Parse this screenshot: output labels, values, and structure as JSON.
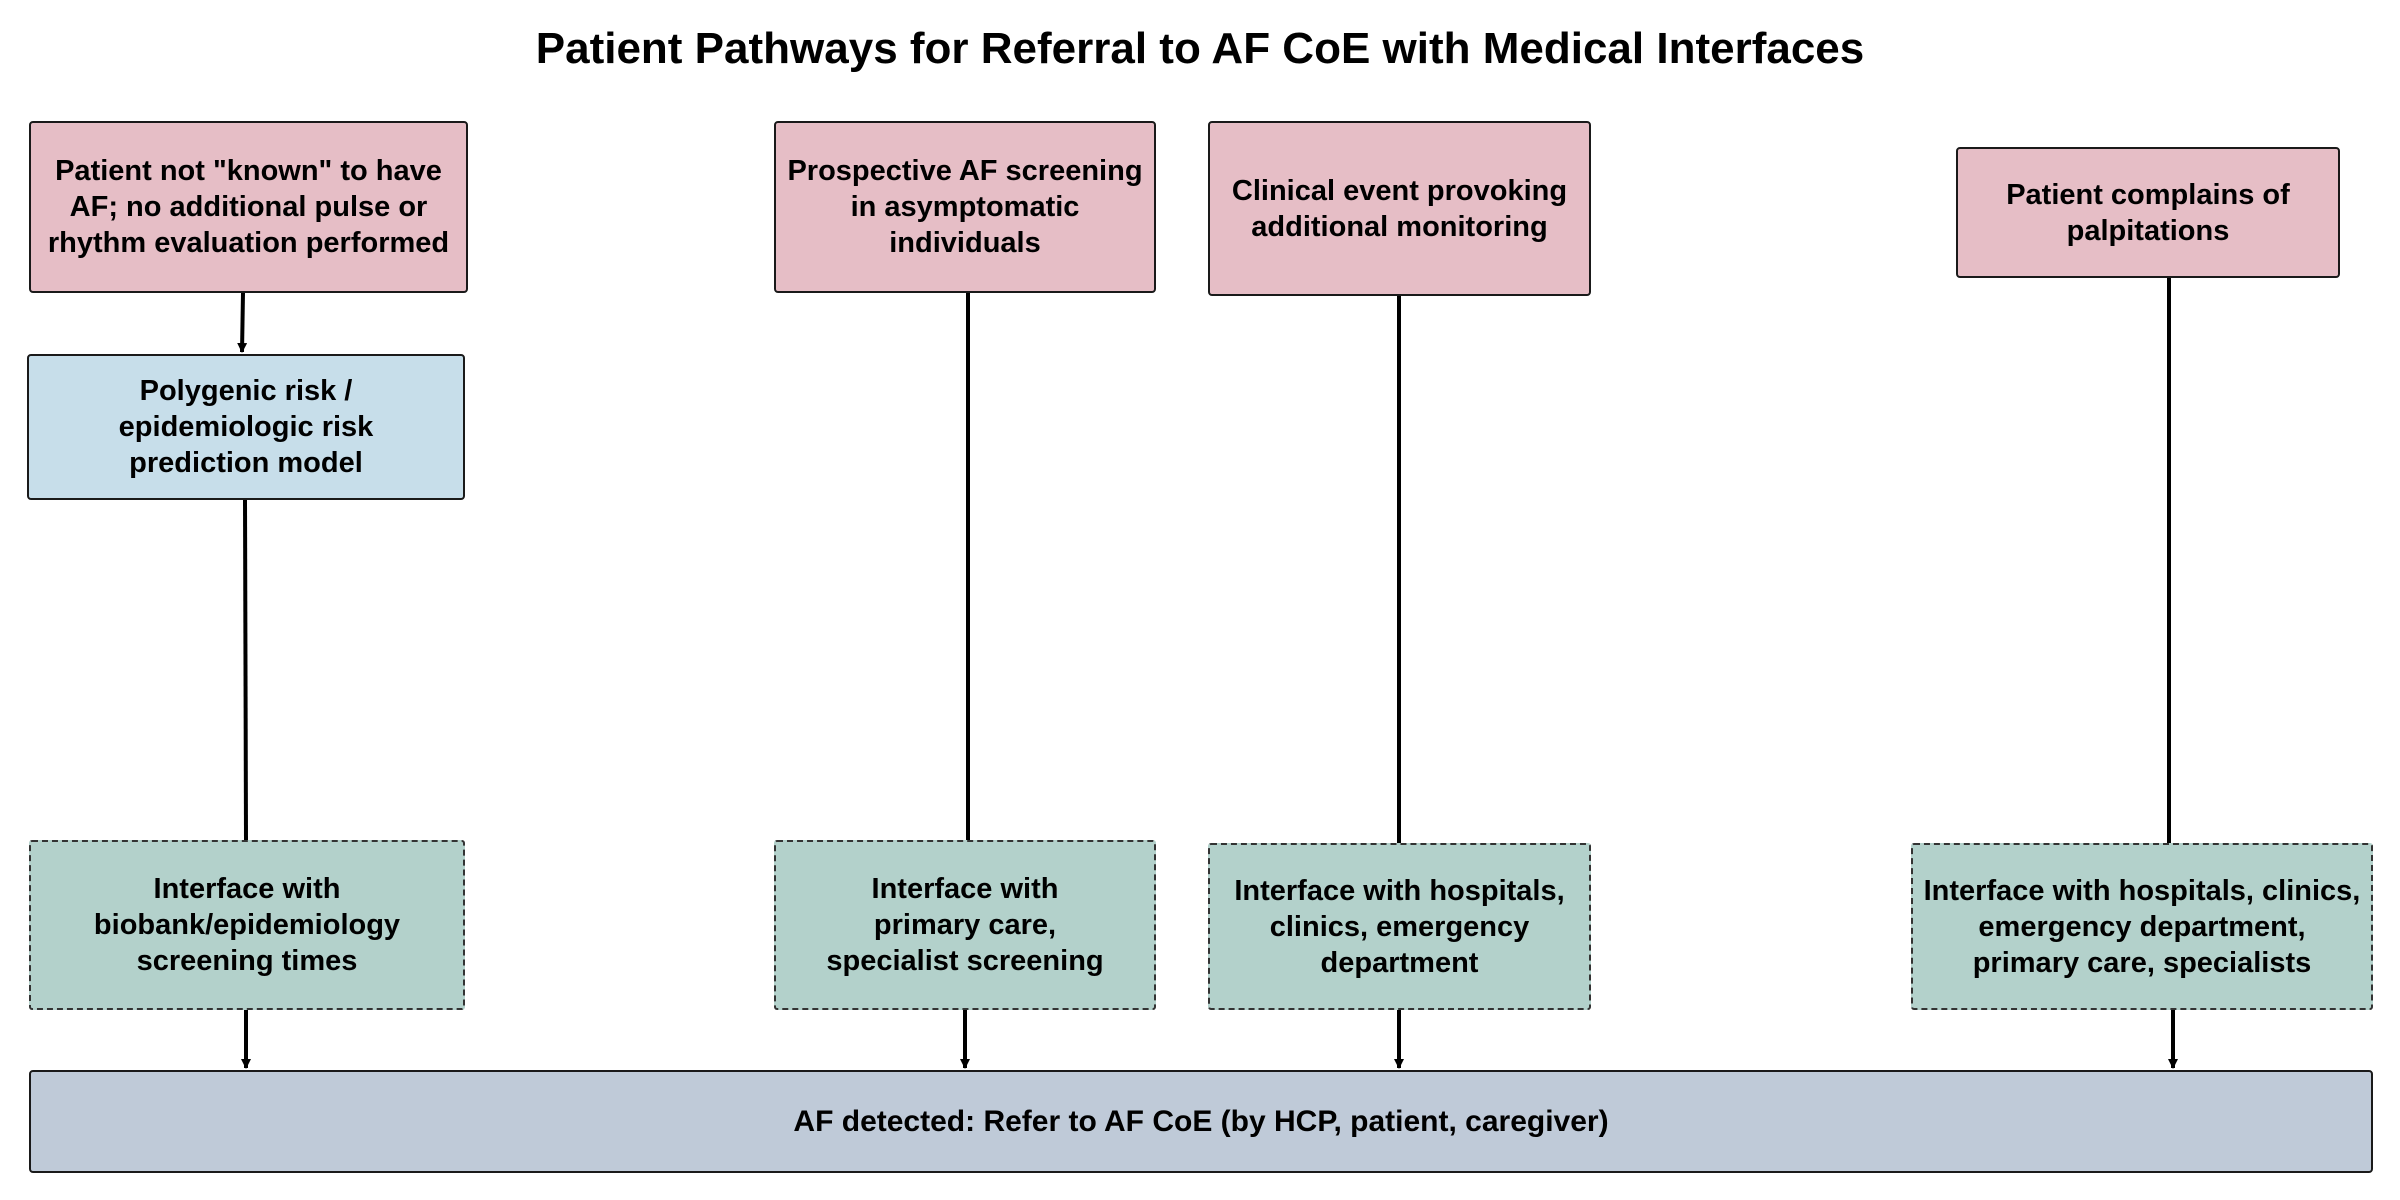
{
  "title": "Patient Pathways for Referral to AF CoE with Medical Interfaces",
  "colors": {
    "entry": "#e6bec6",
    "model": "#c7deea",
    "interface": "#b3d1cb",
    "outcome": "#bfcad8"
  },
  "entry_points": [
    "Patient not \"known\" to have AF;  no additional pulse or rhythm evaluation performed",
    "Prospective AF screening in asymptomatic individuals",
    "Clinical event provoking additional monitoring",
    "Patient complains of palpitations"
  ],
  "risk_model": "Polygenic risk / epidemiologic risk prediction model",
  "interfaces": [
    "Interface with biobank/epidemiology screening times",
    "Interface with primary care, specialist screening",
    "Interface with hospitals, clinics, emergency department",
    "Interface with hospitals, clinics, emergency department, primary care, specialists"
  ],
  "outcome": "AF detected: Refer to AF CoE (by HCP, patient, caregiver)"
}
